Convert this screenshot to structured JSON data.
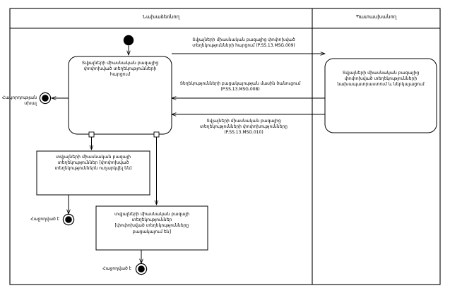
{
  "diagram": {
    "type": "uml-activity-diagram",
    "swimlanes": [
      {
        "id": "initiator",
        "title": "Նախաձեռնող"
      },
      {
        "id": "respondent",
        "title": "Պատասխանող"
      }
    ],
    "nodes": {
      "start": {
        "kind": "initial-node"
      },
      "request_activity": {
        "kind": "activity",
        "label": "Տվյալների միասնական բազայից\nփոփոխված տեղեկությունների\nհարցում"
      },
      "respond_activity": {
        "kind": "activity",
        "label": "Տվյալների միասնական բազայից\nփոփոխված տեղեկությունների\nնախապատրաստում և ներկայացում"
      },
      "object_sent": {
        "kind": "object-node",
        "label": "տվյալների միասնական բազայի\nտեղեկություններ  [փոփոխված\nտեղեկություններն ուղարկվել են]"
      },
      "object_absent": {
        "kind": "object-node",
        "label": "տվյալների միասնական բազայի\nտեղեկություններ\n[փոփոխված տեղեկությունները\nբացակայում են]"
      },
      "end_error": {
        "kind": "final-node",
        "label": "Հակորդության սխալ"
      },
      "end_success_left": {
        "kind": "final-node",
        "label": "Հաջողված է"
      },
      "end_success_bottom": {
        "kind": "final-node",
        "label": "Հաջողված է"
      }
    },
    "messages": [
      {
        "id": "msg009",
        "direction": "left-to-right",
        "text": "Տվյալների միասնական բազայից փոփոխված\nտեղեկությունների հարցում (P.SS.13.MSG.009)"
      },
      {
        "id": "msg008",
        "direction": "right-to-left",
        "text": "Տեղեկությունների բացակայության մասին ծանուցում\n(P.SS.13.MSG.008)"
      },
      {
        "id": "msg010",
        "direction": "right-to-left",
        "text": "Տվյալների միասնական բազայից\nտեղեկությունների փոփոխությունները\n(P.SS.13.MSG.010)"
      }
    ],
    "colors": {
      "stroke": "#000000",
      "background": "#ffffff",
      "fill": "#ffffff"
    }
  }
}
